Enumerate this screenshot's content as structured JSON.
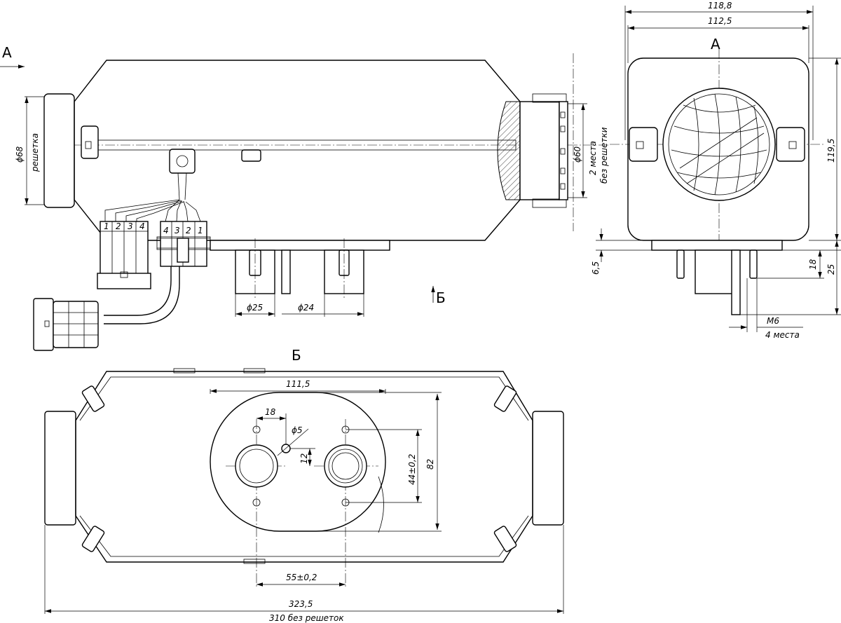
{
  "views": {
    "view_a_label": "А",
    "view_b_label": "Б",
    "arrow_a_label": "А",
    "arrow_b_label": "Б"
  },
  "dimensions": {
    "filter_dia": "ϕ68",
    "filter_note": "решетка",
    "outlet_dia": "ϕ60",
    "outlet_note_1": "2 места",
    "outlet_note_2": "без решетки",
    "pipe_dia_25": "ϕ25",
    "pipe_dia_24": "ϕ24",
    "connector_pins_left": [
      "1",
      "2",
      "3",
      "4"
    ],
    "connector_pins_right": [
      "4",
      "3",
      "2",
      "1"
    ],
    "width_overall": "118,8",
    "width_body": "112,5",
    "height_overall": "119,5",
    "base_thickness": "6,5",
    "stud_length": "18",
    "bottom_height": "25",
    "thread": "M6",
    "thread_note": "4 места",
    "plate_width": "111,5",
    "hole_offset": "18",
    "hole_dia": "ϕ5",
    "hole_drop": "12",
    "stud_spacing_v": "44±0,2",
    "plate_height": "82",
    "stud_spacing_h": "55±0,2",
    "length_overall": "323,5",
    "length_note": "310 без решеток"
  }
}
